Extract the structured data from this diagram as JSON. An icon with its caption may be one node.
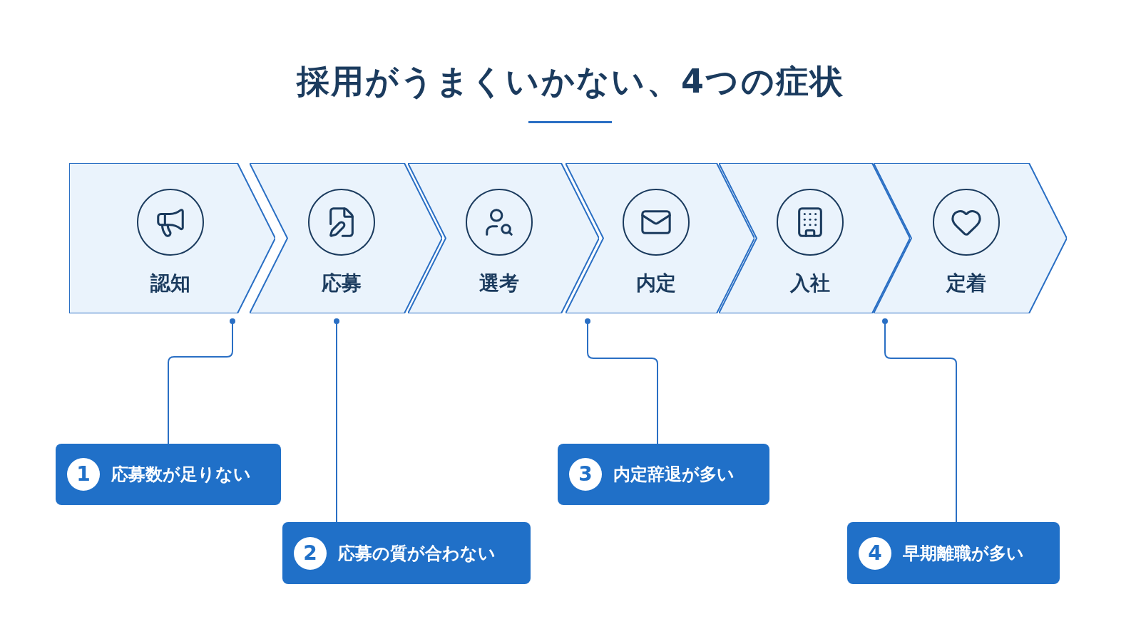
{
  "diagram": {
    "title": "採用がうまくいかない、4つの症状",
    "nodes": [
      {
        "text": [
          "認知"
        ]
      },
      {
        "text": [
          "応募"
        ]
      },
      {
        "text": [
          "選考"
        ]
      },
      {
        "text": [
          "内定"
        ]
      },
      {
        "text": [
          "入社"
        ]
      },
      {
        "text": [
          "定着"
        ]
      },
      {
        "text": [
          "1",
          "応募数が足りない"
        ]
      },
      {
        "text": [
          "2",
          "応募の質が合わない"
        ]
      },
      {
        "text": [
          "3",
          "内定辞退が多い"
        ]
      },
      {
        "text": [
          "4",
          "早期離職が多い"
        ]
      }
    ],
    "edges": [
      {
        "from": 6,
        "to": 0,
        "arrow": "other"
      },
      {
        "from": 7,
        "to": 1,
        "arrow": "other"
      },
      {
        "from": 8,
        "to": 3,
        "arrow": "other"
      },
      {
        "from": 9,
        "to": 5,
        "arrow": "other"
      }
    ]
  }
}
